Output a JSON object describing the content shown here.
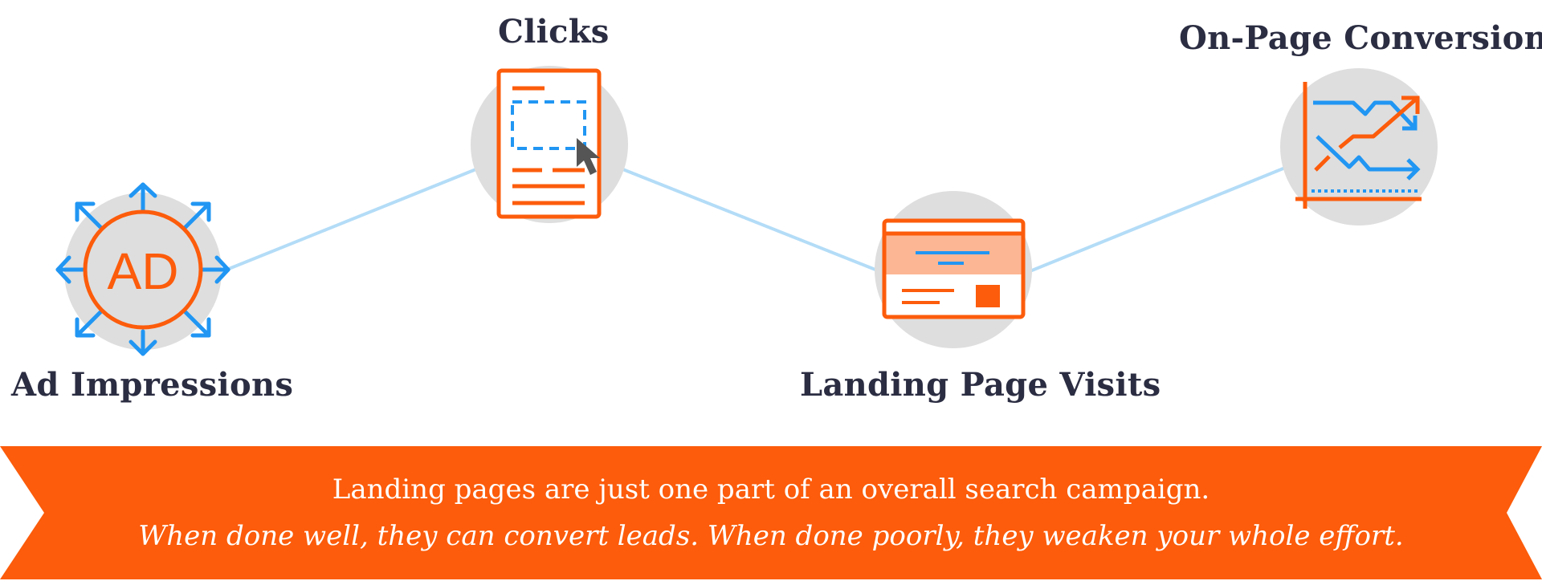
{
  "steps": [
    {
      "label": "Ad Impressions",
      "icon": "ad-icon"
    },
    {
      "label": "Clicks",
      "icon": "click-document-icon"
    },
    {
      "label": "Landing Page Visits",
      "icon": "landing-page-icon"
    },
    {
      "label": "On-Page Conversions",
      "icon": "conversion-chart-icon"
    }
  ],
  "ad_icon_text": "AD",
  "banner": {
    "line1": "Landing pages are just one part of an overall search campaign.",
    "line2": "When done well, they can convert leads. When done poorly, they weaken your whole effort."
  },
  "colors": {
    "orange": "#fc5c0b",
    "blue": "#2196f3",
    "connector": "#b3dcf7",
    "circle": "#dedede",
    "text": "#2b2d42",
    "peach": "#fdb694"
  }
}
